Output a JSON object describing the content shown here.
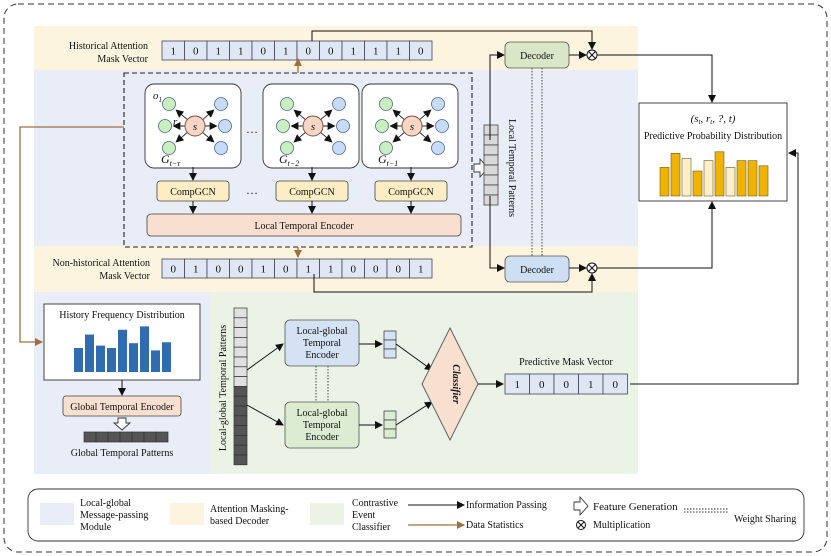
{
  "labels": {
    "historical_mask_line1": "Historical Attention",
    "historical_mask_line2": "Mask Vector",
    "non_historical_mask_line1": "Non-historical Attention",
    "non_historical_mask_line2": "Mask Vector",
    "decoder_top": "Decoder",
    "decoder_bottom": "Decoder",
    "local_temporal_patterns": "Local Temporal Patterns",
    "query_tuple": "(s_t, r_t, ?, t)",
    "predictive_probability": "Predictive Probability Distribution",
    "node_o1": "o",
    "node_o1_sub": "1",
    "edge_r1": "r",
    "edge_r1_sub": "1",
    "center_node": "s",
    "graph_1": "G",
    "graph_1_sub": "t−τ",
    "graph_2": "G",
    "graph_2_sub": "t−2",
    "graph_3": "G",
    "graph_3_sub": "t−1",
    "ellipsis_graphs": "…",
    "ellipsis_gcn": "…",
    "compgcn_1": "CompGCN",
    "compgcn_2": "CompGCN",
    "compgcn_3": "CompGCN",
    "local_temporal_encoder": "Local Temporal Encoder",
    "history_frequency_distribution": "History Frequency Distribution",
    "global_temporal_encoder": "Global Temporal Encoder",
    "global_temporal_patterns": "Global Temporal Patterns",
    "local_global_patterns": "Local-global  Temporal Patterns",
    "lg_encoder_top_line1": "Local-global",
    "lg_encoder_top_line2": "Temporal",
    "lg_encoder_top_line3": "Encoder",
    "lg_encoder_bottom_line1": "Local-global",
    "lg_encoder_bottom_line2": "Temporal",
    "lg_encoder_bottom_line3": "Encoder",
    "classifier": "Classifier",
    "predictive_mask_vector": "Predictive Mask Vector"
  },
  "historical_mask_values": [
    "1",
    "0",
    "1",
    "1",
    "0",
    "1",
    "0",
    "0",
    "1",
    "1",
    "1",
    "0"
  ],
  "non_historical_mask_values": [
    "0",
    "1",
    "0",
    "0",
    "1",
    "0",
    "1",
    "1",
    "0",
    "0",
    "0",
    "1"
  ],
  "predictive_mask_values": [
    "1",
    "0",
    "0",
    "1",
    "0"
  ],
  "history_bars": [
    0.5,
    0.78,
    0.55,
    0.5,
    0.88,
    0.6,
    0.95,
    0.45,
    0.62
  ],
  "probability_bars": [
    {
      "value": 0.55,
      "highlight": true
    },
    {
      "value": 0.82,
      "highlight": true
    },
    {
      "value": 0.72,
      "highlight": false
    },
    {
      "value": 0.48,
      "highlight": true
    },
    {
      "value": 0.68,
      "highlight": false
    },
    {
      "value": 0.85,
      "highlight": true
    },
    {
      "value": 0.55,
      "highlight": false
    },
    {
      "value": 0.68,
      "highlight": true
    },
    {
      "value": 0.68,
      "highlight": true
    },
    {
      "value": 0.58,
      "highlight": true
    }
  ],
  "legend": {
    "message_passing_line1": "Local-global",
    "message_passing_line2": "Message-passing",
    "message_passing_line3": "Module",
    "decoder_line1": "Attention Masking-",
    "decoder_line2": "based Decoder",
    "classifier_line1": "Contrastive",
    "classifier_line2": "Event",
    "classifier_line3": "Classifier",
    "information_passing": "Information Passing",
    "data_statistics": "Data Statistics",
    "feature_generation": "Feature Generation",
    "multiplication": "Multiplication",
    "weight_sharing": "Weight Sharing"
  },
  "colors": {
    "blue_region": "#e8edf7",
    "cream_region": "#fdf4df",
    "green_region": "#eaf3e6",
    "node_green": "#c9efc1",
    "node_blue": "#c7daf7",
    "node_center": "#f7d6c6",
    "compgcn_fill": "#fdedc5",
    "encoder_fill": "#f9dfcf",
    "bar_gold": "#f0b400",
    "bar_cream": "#fdf0c8",
    "bar_blue": "#2f6db0",
    "mask_blue": "#dfe7f4",
    "brown_arrow": "#a0703c"
  }
}
